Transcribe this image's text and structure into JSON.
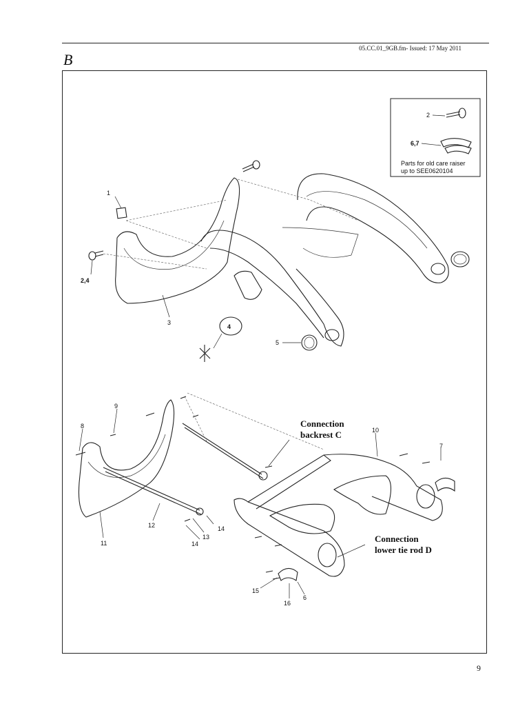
{
  "header": {
    "doc_ref": "05.CC.01_9GB.fm- Issued: 17 May 2011"
  },
  "section_letter": "B",
  "page_number": "9",
  "inset": {
    "label_2": "2",
    "label_67": "6,7",
    "note_line1": "Parts for old care raiser",
    "note_line2": "up to SEE0620104"
  },
  "labels": {
    "l1": "1",
    "l24": "2,4",
    "l3": "3",
    "l4": "4",
    "l5": "5",
    "l6": "6",
    "l7": "7",
    "l8": "8",
    "l9": "9",
    "l10": "10",
    "l11": "11",
    "l12": "12",
    "l13": "13",
    "l14a": "14",
    "l14b": "14",
    "l15": "15",
    "l16": "16"
  },
  "callouts": {
    "backrest_line1": "Connection",
    "backrest_line2": "backrest C",
    "tie_rod_line1": "Connection",
    "tie_rod_line2": "lower tie rod D"
  }
}
